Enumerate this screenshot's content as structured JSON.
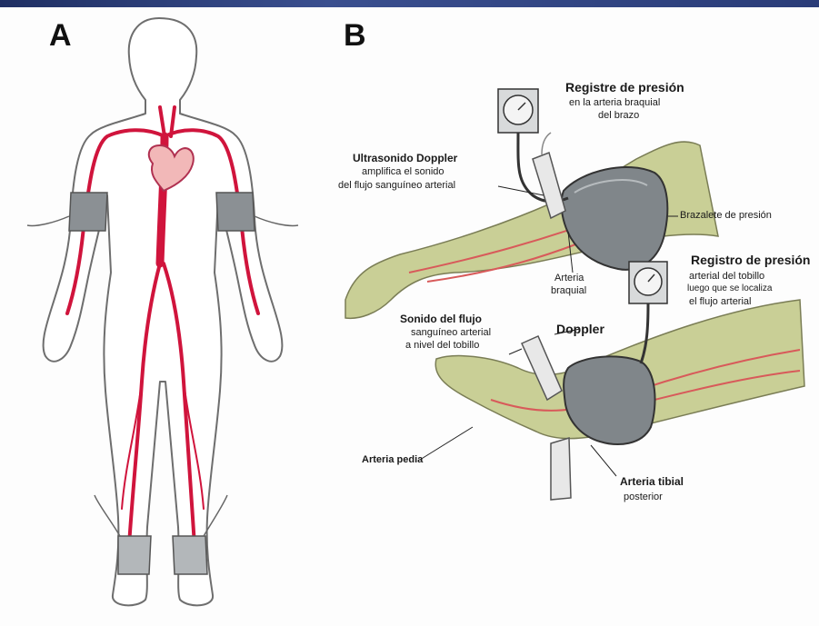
{
  "panels": {
    "a": "A",
    "b": "B"
  },
  "labels": {
    "registro_brazo_title": "Registre de presión",
    "registro_brazo_sub1": "en la arteria braquial",
    "registro_brazo_sub2": "del brazo",
    "ultrasonido_1": "Ultrasonido Doppler",
    "ultrasonido_2": "amplifica el sonido",
    "ultrasonido_3": "del flujo sanguíneo arterial",
    "brazalete": "Brazalete de presión",
    "arteria_braquial_1": "Arteria",
    "arteria_braquial_2": "braquial",
    "registro_tobillo_title": "Registro de presión",
    "registro_tobillo_1": "arterial del tobillo",
    "registro_tobillo_2": "luego que se localiza",
    "registro_tobillo_3": "el flujo arterial",
    "sonido_1": "Sonido del flujo",
    "sonido_2": "sanguíneo arterial",
    "sonido_3": "a nivel del tobillo",
    "doppler": "Doppler",
    "arteria_pedia": "Arteria pedia",
    "arteria_tibial_1": "Arteria tibial",
    "arteria_tibial_2": "posterior"
  },
  "colors": {
    "artery": "#d0143c",
    "skin": "#c9cf96",
    "cuff": "#7d8286",
    "body_outline": "#6e6e6e"
  }
}
